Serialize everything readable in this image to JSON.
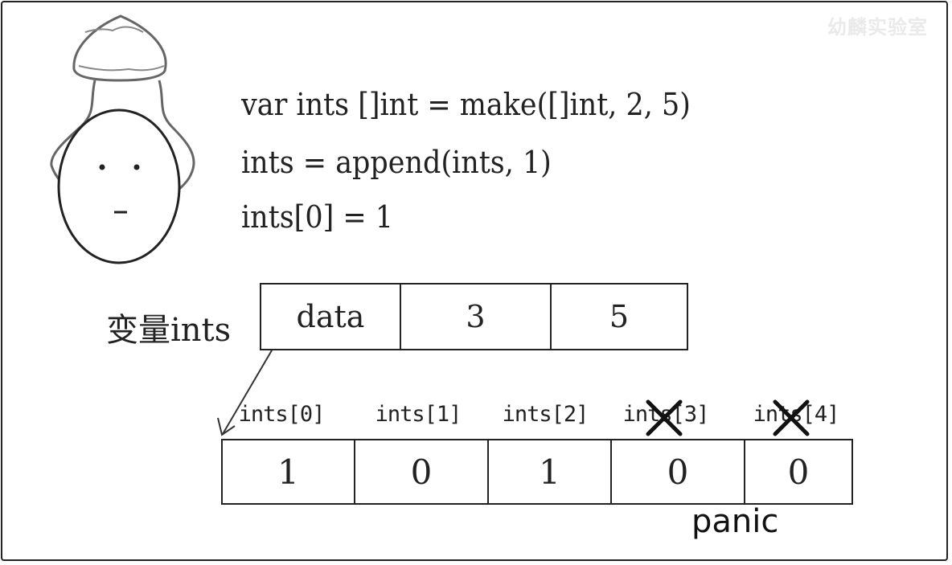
{
  "watermark": "幼麟实验室",
  "code": {
    "line1": "var ints []int = make([]int, 2, 5)",
    "line2": "ints = append(ints, 1)",
    "line3": "ints[0] = 1"
  },
  "variable": {
    "label": "变量ints",
    "fields": [
      "data",
      "3",
      "5"
    ]
  },
  "array": {
    "index_labels": [
      "ints[0]",
      "ints[1]",
      "ints[2]",
      "ints[3]",
      "ints[4]"
    ],
    "values": [
      "1",
      "0",
      "1",
      "0",
      "0"
    ],
    "crossed_indices": [
      3,
      4
    ]
  },
  "panic_label": "panic"
}
